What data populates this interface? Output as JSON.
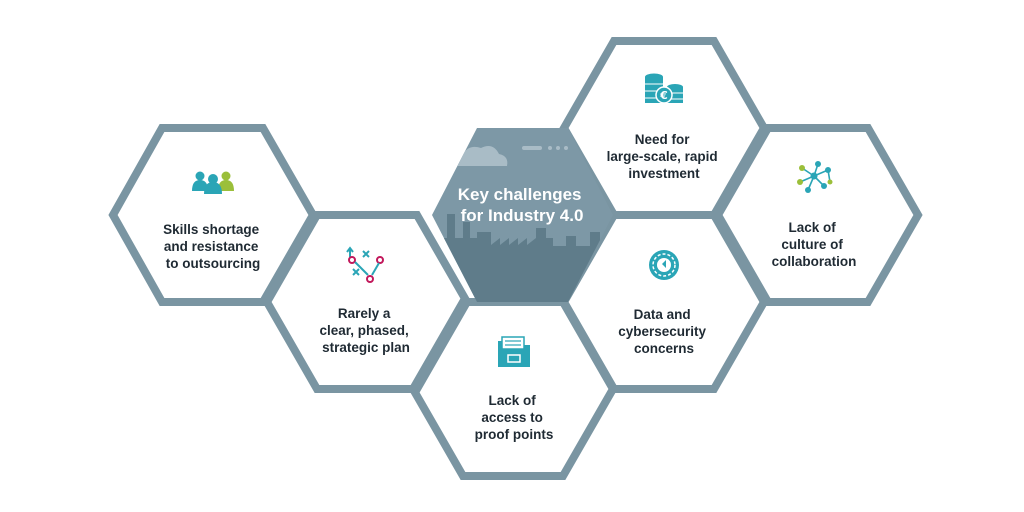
{
  "colors": {
    "hex_border": "#7a95a2",
    "center_fill": "#7d98a6",
    "skyline": "#5f7c8a",
    "teal": "#2aa5b6",
    "green": "#9bbf3a",
    "crimson": "#c2185b",
    "text": "#1f2a33"
  },
  "center": {
    "title_lines": [
      "Key challenges",
      "for Industry 4.0"
    ],
    "icon": "factory-skyline-illustration"
  },
  "challenges": [
    {
      "id": "skills",
      "icon": "people-group-icon",
      "lines": [
        "Skills shortage",
        "and resistance",
        "to outsourcing"
      ]
    },
    {
      "id": "plan",
      "icon": "strategy-plan-icon",
      "lines": [
        "Rarely a",
        "clear, phased,",
        "strategic plan"
      ]
    },
    {
      "id": "proof",
      "icon": "folder-documents-icon",
      "lines": [
        "Lack of",
        "access to",
        "proof points"
      ]
    },
    {
      "id": "investment",
      "icon": "coin-stack-euro-icon",
      "lines": [
        "Need for",
        "large-scale, rapid",
        "investment"
      ]
    },
    {
      "id": "security",
      "icon": "security-gear-icon",
      "lines": [
        "Data and",
        "cybersecurity",
        "concerns"
      ]
    },
    {
      "id": "collaboration",
      "icon": "network-nodes-icon",
      "lines": [
        "Lack of",
        "culture of",
        "collaboration"
      ]
    }
  ]
}
